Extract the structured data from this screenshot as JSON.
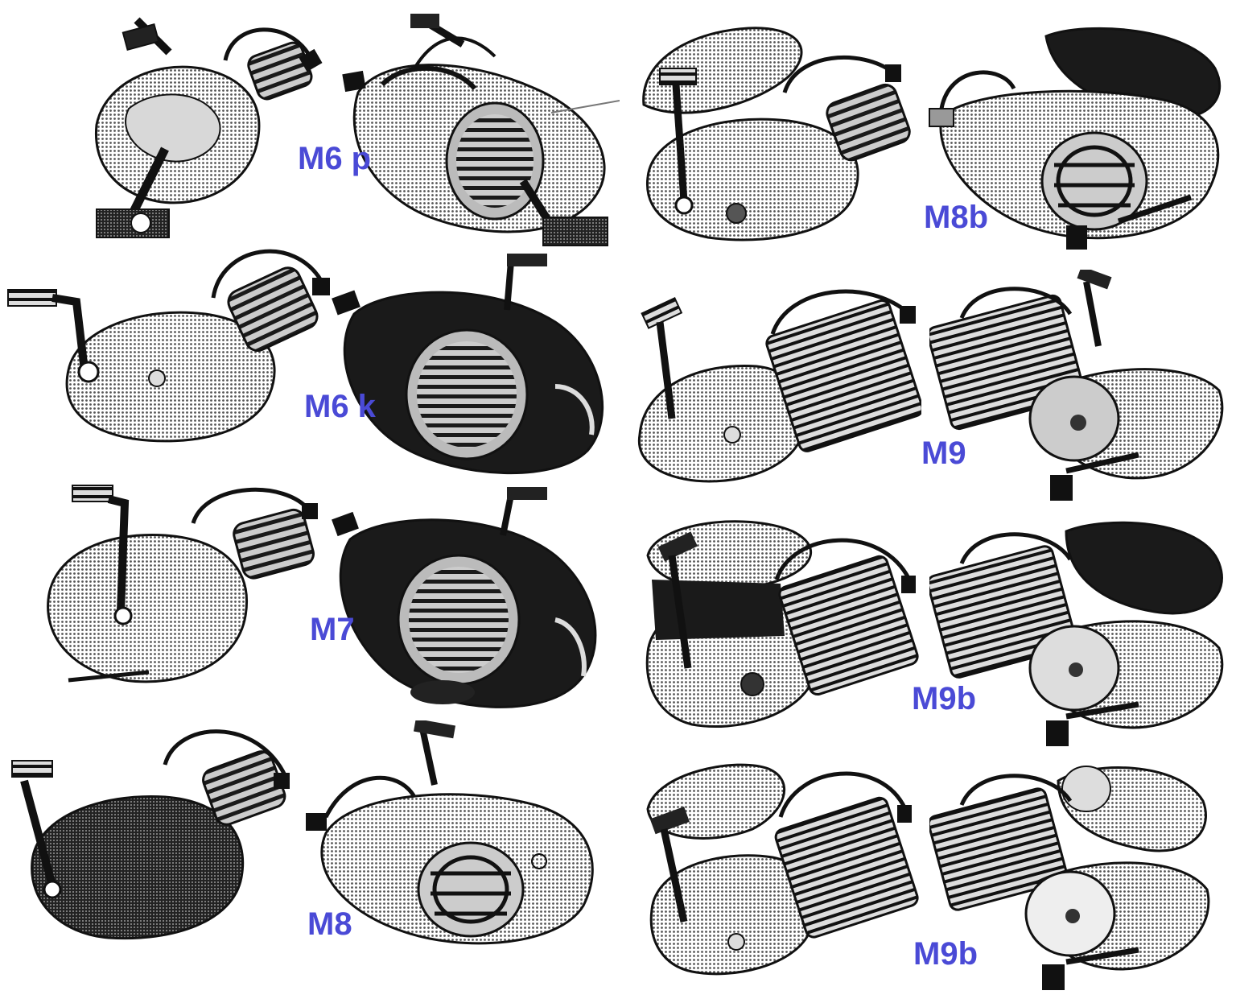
{
  "colors": {
    "label": "#4a4ad6",
    "ink": "#111111",
    "halftone": "#8a8a8a",
    "paper": "#ffffff"
  },
  "labels": {
    "m6p": "M6 p",
    "m6k": "M6 k",
    "m7": "M7",
    "m8": "M8",
    "m8b": "M8b",
    "m9": "M9",
    "m9b_upper": "M9b",
    "m9b_lower": "M9b"
  }
}
